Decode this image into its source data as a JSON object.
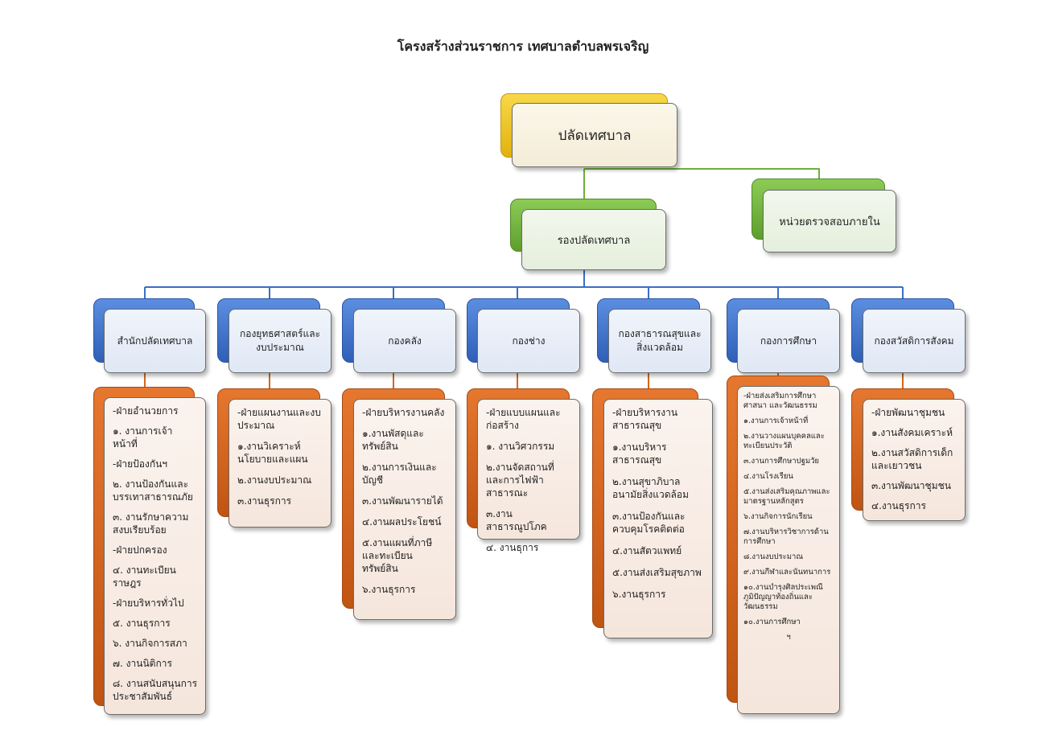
{
  "title": "โครงสร้างส่วนราชการ เทศบาลตำบลพรเจริญ",
  "top": {
    "label": "ปลัดเทศบาล"
  },
  "deputy": {
    "label": "รองปลัดเทศบาล"
  },
  "audit": {
    "label": "หน่วยตรวจสอบภายใน"
  },
  "divisions": [
    {
      "label": "สำนักปลัดเทศบาล",
      "items": [
        "-ฝ่ายอำนวยการ",
        "๑. งานการเจ้าหน้าที่",
        "-ฝ่ายป้องกันฯ",
        "๒. งานป้องกันและบรรเทาสาธารณภัย",
        "๓. งานรักษาความสงบเรียบร้อย",
        "-ฝ่ายปกครอง",
        "๔. งานทะเบียนราษฎร",
        "-ฝ่ายบริหารทั่วไป",
        "๕. งานธุรการ",
        "๖. งานกิจการสภา",
        "๗. งานนิติการ",
        "๘. งานสนับสนุนการประชาสัมพันธ์"
      ]
    },
    {
      "label": "กองยุทธศาสตร์และงบประมาณ",
      "items": [
        "-ฝ่ายแผนงานและงบประมาณ",
        "๑.งานวิเคราะห์นโยบายและแผน",
        "๒.งานงบประมาณ",
        "๓.งานธุรการ"
      ]
    },
    {
      "label": "กองคลัง",
      "items": [
        "-ฝ่ายบริหารงานคลัง",
        "๑.งานพัสดุและทรัพย์สิน",
        "๒.งานการเงินและบัญชี",
        "๓.งานพัฒนารายได้",
        "๔.งานผลประโยชน์",
        "๕.งานแผนที่ภาษีและทะเบียนทรัพย์สิน",
        "๖.งานธุรการ"
      ]
    },
    {
      "label": "กองช่าง",
      "items": [
        "-ฝ่ายแบบแผนและก่อสร้าง",
        "๑. งานวิศวกรรม",
        "๒.งานจัดสถานที่และการไฟฟ้าสาธารณะ",
        "๓.งานสาธารณูปโภค",
        "๔. งานธุการ"
      ]
    },
    {
      "label": "กองสาธารณสุขและสิ่งแวดล้อม",
      "items": [
        "-ฝ่ายบริหารงานสาธารณสุข",
        "๑.งานบริหารสาธารณสุข",
        "๒.งานสุขาภิบาลอนามัยสิ่งแวดล้อม",
        "๓.งานป้องกันและควบคุมโรคติดต่อ",
        "๔.งานสัตวแพทย์",
        "๕.งานส่งเสริมสุขภาพ",
        "๖.งานธุรการ"
      ]
    },
    {
      "label": "กองการศึกษา",
      "items": [
        "-ฝ่ายส่งเสริมการศึกษา ศาสนา และวัฒนธรรม",
        "๑.งานการเจ้าหน้าที่",
        "๒.งานวางแผนบุคคลและทะเบียนประวัติ",
        "๓.งานการศึกษาปฐมวัย",
        "๔.งานโรงเรียน",
        "๕.งานส่งเสริมคุณภาพและมาตรฐานหลักสูตร",
        "๖.งานกิจการนักเรียน",
        "๗.งานบริหารวิชาการด้านการศึกษา",
        "๘.งานงบประมาณ",
        "๙.งานกีฬาและนันทนาการ",
        "๑๐.งานบำรุงศิลประเพณี ภูมิปัญญาท้องถิ่นและวัฒนธรรม",
        "๑๐.งานการศึกษา",
        "ฯ"
      ]
    },
    {
      "label": "กองสวัสดิการสังคม",
      "items": [
        "-ฝ่ายพัฒนาชุมชน",
        "๑.งานสังคมเคราะห์",
        "๒.งานสวัสดิการเด็กและเยาวชน",
        "๓.งานพัฒนาชุมชน",
        "๔.งานธุรการ"
      ]
    }
  ]
}
